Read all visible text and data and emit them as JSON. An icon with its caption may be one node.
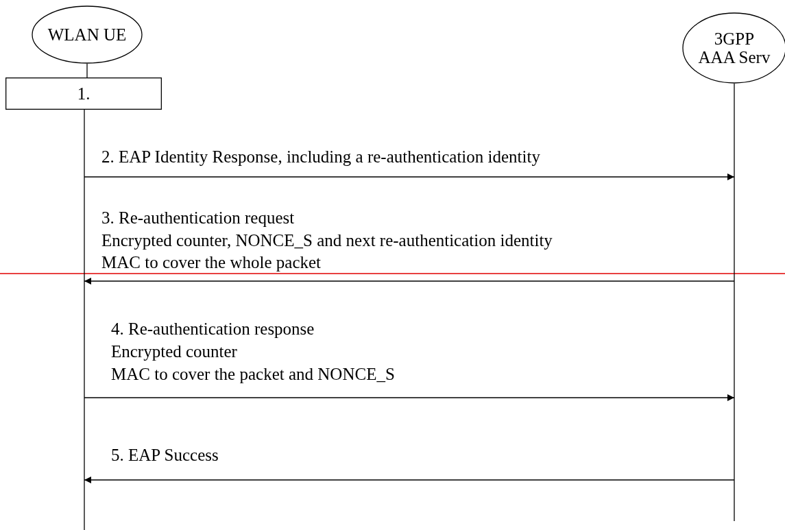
{
  "diagram": {
    "nodes": [
      {
        "text": [
          "WLAN UE"
        ]
      },
      {
        "text": [
          "3GPP AAA Serv"
        ]
      },
      {
        "text": [
          "1."
        ]
      },
      {
        "text": [],
        "shape": "line"
      },
      {
        "text": [],
        "shape": "line"
      }
    ],
    "edges": [
      {
        "from": 0,
        "to": 2,
        "arrow": "none"
      },
      {
        "from": 3,
        "to": 4,
        "arrow": "to",
        "label": "2. EAP Identity Response, including a re-authentication identity"
      },
      {
        "from": 4,
        "to": 3,
        "arrow": "to",
        "label": "3. Re-authentication request"
      },
      {
        "from": 3,
        "to": 4,
        "arrow": "to",
        "label": "4. Re-authentication response"
      },
      {
        "from": 4,
        "to": 3,
        "arrow": "to",
        "label": "5. EAP Success"
      }
    ],
    "labels": [
      "Encrypted counter, NONCE_S and next re-authentication identity",
      "MAC to cover the whole packet",
      "Encrypted counter",
      "MAC to cover the packet and NONCE_S"
    ]
  }
}
